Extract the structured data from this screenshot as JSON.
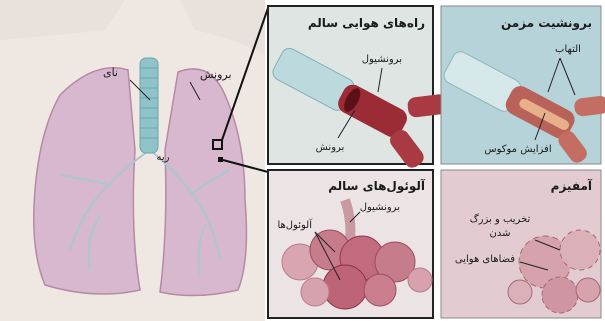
{
  "left_figure": {
    "labels": {
      "trachea": "نای",
      "bronchus": "برونش",
      "lung": "ریه"
    }
  },
  "panels": {
    "healthy_airways": {
      "title": "راه‌های هوایی سالم",
      "bronchiole": "برونشیول",
      "bronchus": "برونش"
    },
    "chronic_bronchitis": {
      "title": "برونشیت مزمن",
      "inflammation": "التهاب",
      "mucus_increase": "افزایش موکوس"
    },
    "healthy_alveoli": {
      "title": "آلوئول‌های سالم",
      "bronchiole": "برونشیول",
      "alveoli": "آلوئول‌ها"
    },
    "emphysema": {
      "title": "آمفیزم",
      "destruction_line1": "تخریب و بزرگ",
      "destruction_line2": "شدن",
      "air_spaces": "فضاهای هوایی"
    }
  },
  "colors": {
    "lung_fill": "#d8b8cf",
    "trachea": "#8fc3c9",
    "tissue_red": "#9b2b34",
    "panel_blue": "#b7d3da",
    "panel_pink": "#e3ccd1"
  }
}
